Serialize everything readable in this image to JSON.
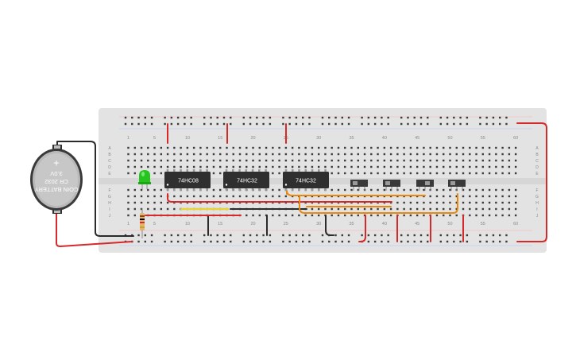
{
  "breadboard": {
    "column_numbers": [
      "1",
      "5",
      "10",
      "15",
      "20",
      "25",
      "30",
      "35",
      "40",
      "45",
      "50",
      "55",
      "60"
    ],
    "row_letters_top": [
      "A",
      "B",
      "C",
      "D",
      "E"
    ],
    "row_letters_bottom": [
      "F",
      "G",
      "H",
      "I",
      "J"
    ]
  },
  "chips": [
    {
      "label": "74HC08"
    },
    {
      "label": "74HC32"
    },
    {
      "label": "74HC32"
    }
  ],
  "battery": {
    "line1": "COIN BATTERY",
    "line2": "CR 2032",
    "line3": "3.0V",
    "plus": "+"
  },
  "colors": {
    "board": "#e3e3e3",
    "hole": "#3b3b3b",
    "wire_red": "#d42a2a",
    "wire_black": "#2b2b2b",
    "wire_orange": "#e8890f",
    "wire_yellow": "#e9d33a",
    "led_green": "#27c41f",
    "chip_body": "#2f2f2f"
  }
}
